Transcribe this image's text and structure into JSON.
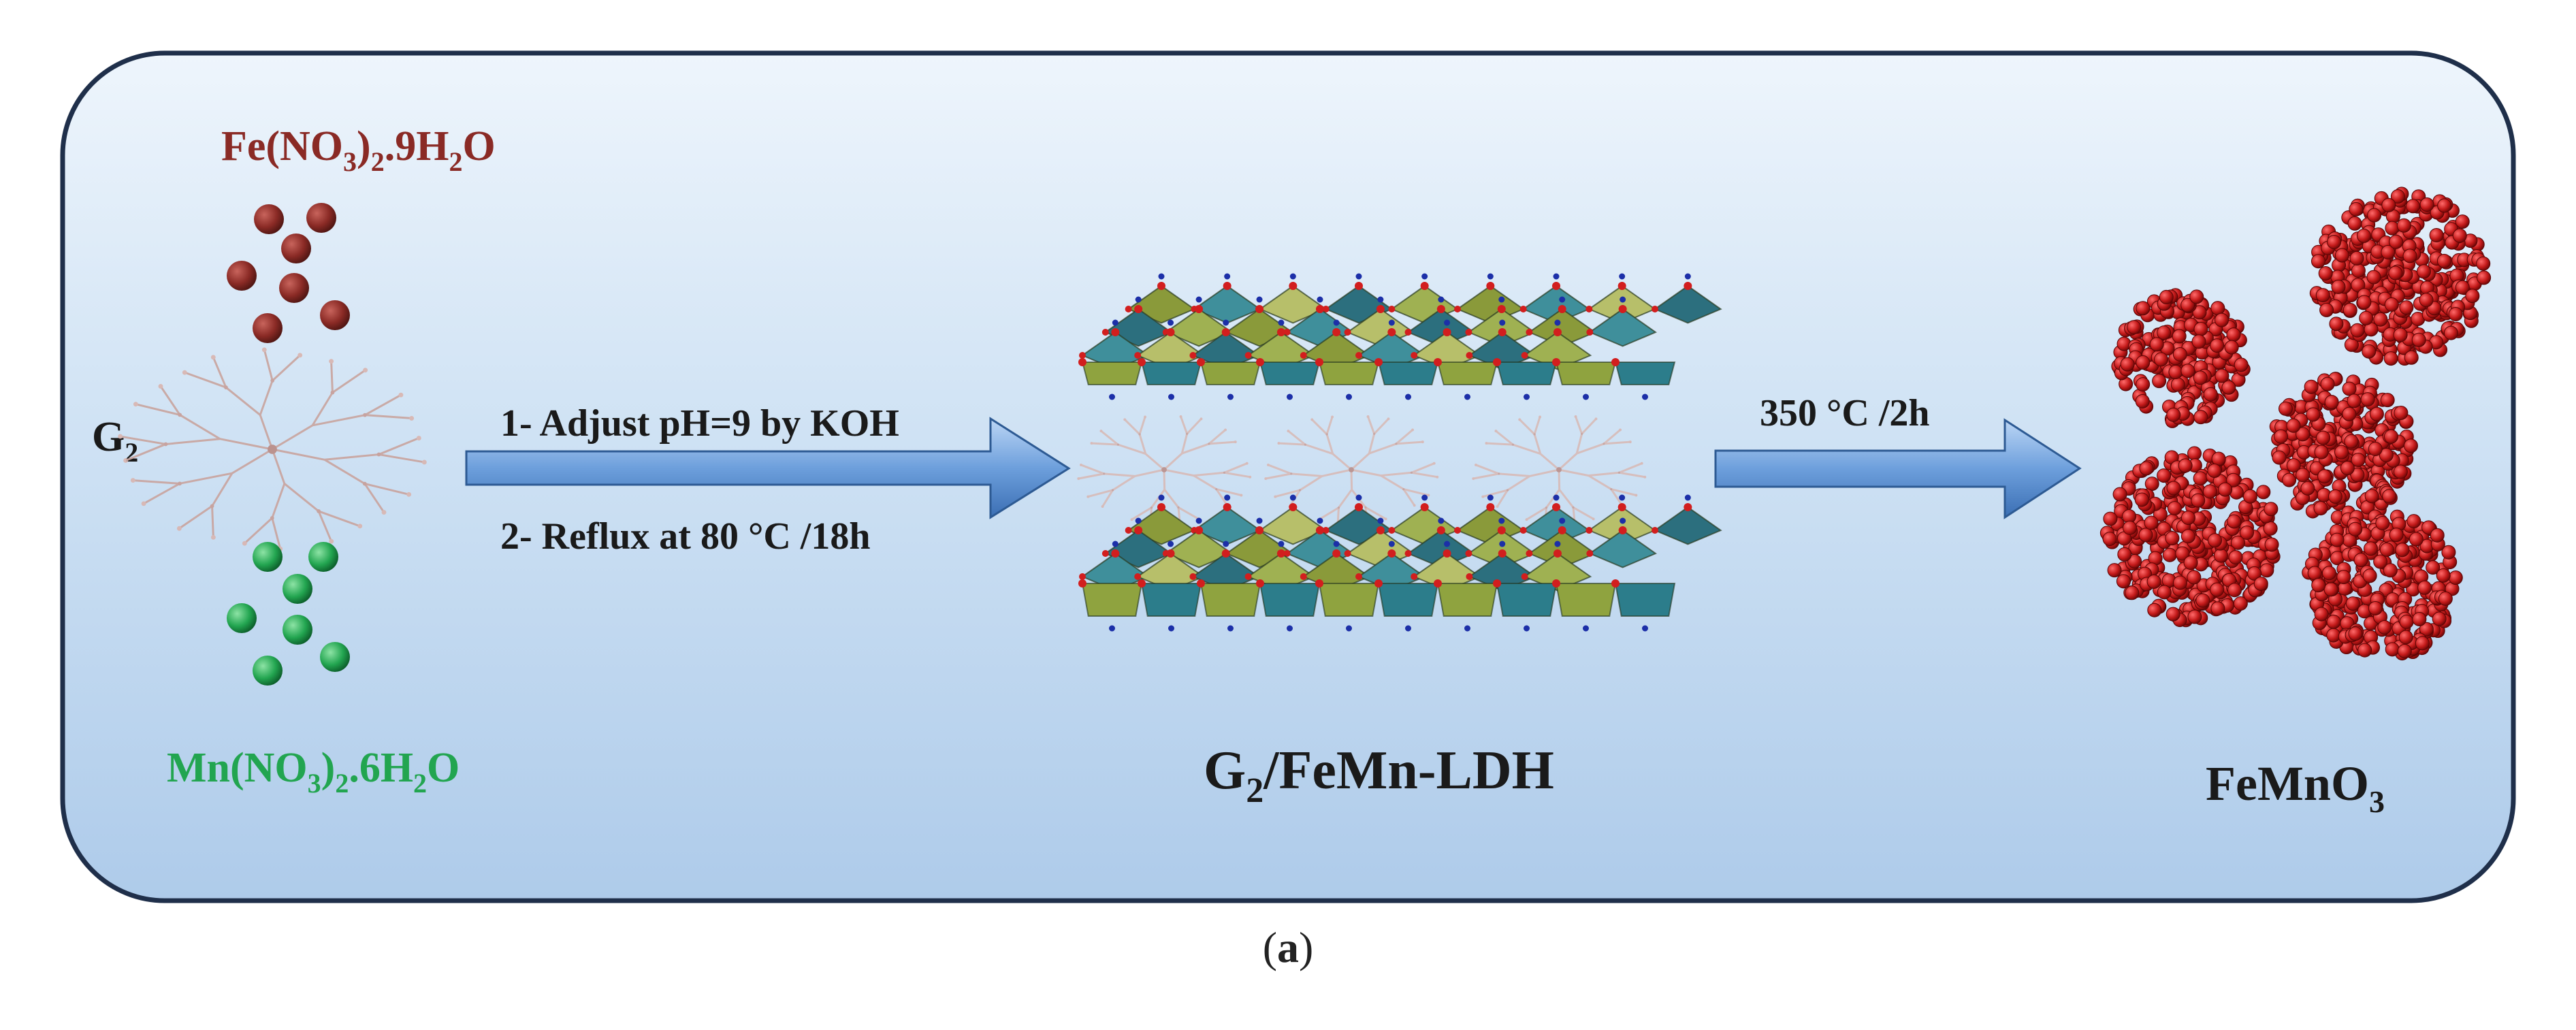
{
  "labels": {
    "fe_formula": {
      "main": "Fe(NO",
      "sub1": "3",
      "mid": ")",
      "sub2": "2",
      "rest": ".9H",
      "sub3": "2",
      "end": "O"
    },
    "mn_formula": {
      "main": "Mn(NO",
      "sub1": "3",
      "mid": ")",
      "sub2": "2",
      "rest": ".6H",
      "sub3": "2",
      "end": "O"
    },
    "g2": {
      "main": "G",
      "sub": "2"
    },
    "step1": "1- Adjust pH=9 by  KOH",
    "step2": "2- Reflux  at 80 °C /18h",
    "step3": "350  °C /2h",
    "ldh": {
      "main": "G",
      "sub": "2",
      "rest": "/FeMn-LDH"
    },
    "product": {
      "main": "FeMnO",
      "sub": "3"
    }
  },
  "caption": {
    "open": "(",
    "letter": "a",
    "close": ")"
  },
  "colors": {
    "fe": "#8a2a25",
    "mn": "#22a550",
    "panel_border": "#1f2f4a",
    "arrow": "#5b8ed0",
    "product_sphere": "#b81414"
  },
  "icons": [
    "fe-ion-sphere",
    "mn-ion-sphere",
    "dendrimer-molecule",
    "ldh-octahedral-layer",
    "femno3-nanoparticle"
  ]
}
